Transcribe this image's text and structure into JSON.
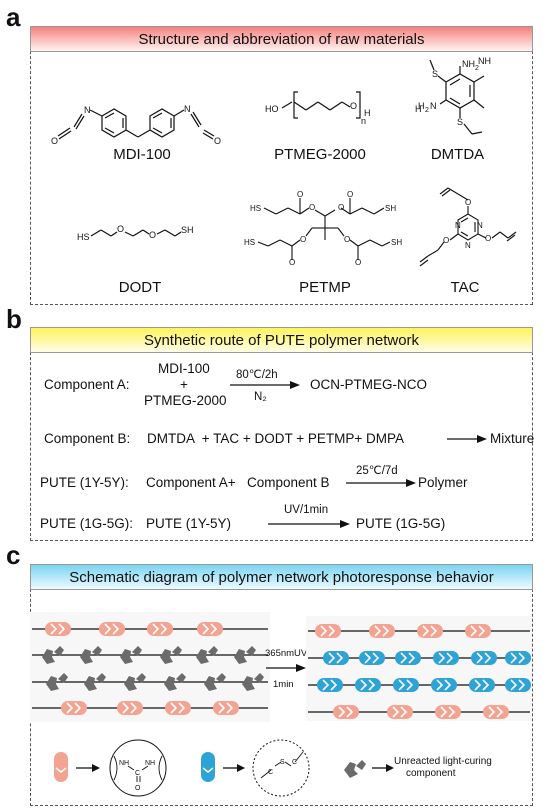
{
  "panel_a": {
    "letter": "a",
    "banner": "Structure and abbreviation of raw materials",
    "materials": [
      {
        "label": "MDI-100"
      },
      {
        "label": "PTMEG-2000",
        "struct_text": {
          "ho": "HO",
          "n": "n",
          "h": "H"
        }
      },
      {
        "label": "DMTDA",
        "struct_text": {
          "nh2_top": "NH",
          "nh2_top_sub": "2",
          "h2n": "H",
          "h2n_sub": "2",
          "h2n_n": "N"
        }
      },
      {
        "label": "DODT",
        "struct_text": {
          "sh_left": "HS",
          "sh_right": "SH"
        }
      },
      {
        "label": "PETMP",
        "struct_text": {
          "sh1": "HS",
          "sh2": "SH",
          "sh3": "HS",
          "sh4": "SH"
        }
      },
      {
        "label": "TAC",
        "struct_text": {
          "n": "N"
        }
      }
    ]
  },
  "panel_b": {
    "letter": "b",
    "banner": "Synthetic route of PUTE polymer network",
    "rowA": {
      "label": "Component A:",
      "reactant1": "MDI-100",
      "plus": "+",
      "reactant2": "PTMEG-2000",
      "condition_top": "80℃/2h",
      "condition_bottom": "N₂",
      "product": "OCN-PTMEG-NCO"
    },
    "rowB": {
      "label": "Component B:",
      "reactants": "DMTDA  + TAC + DODT + PETMP+ DMPA",
      "product": "Mixture"
    },
    "rowC": {
      "label": "PUTE (1Y-5Y):",
      "reactants": "Component A+   Component B",
      "condition": "25℃/7d",
      "product": "Polymer"
    },
    "rowD": {
      "label": "PUTE (1G-5G):",
      "reactant": "PUTE (1Y-5Y)",
      "condition": "UV/1min",
      "product": "PUTE (1G-5G)"
    }
  },
  "panel_c": {
    "letter": "c",
    "banner": "Schematic diagram of polymer network photoresponse behavior",
    "arrow_top": "365nmUV",
    "arrow_bottom": "1min",
    "legend": {
      "urea_nh_left": "NH",
      "urea_nh_right": "NH",
      "urea_c": "C",
      "urea_o": "O",
      "thioether_c_left": "C",
      "thioether_s": "S",
      "thioether_c_right": "C",
      "unreacted_line1": "Unreacted light-curing",
      "unreacted_line2": "component"
    },
    "colors": {
      "pink": "#f2a392",
      "blue": "#2ea3d6",
      "gray": "#6b6b6b"
    }
  }
}
